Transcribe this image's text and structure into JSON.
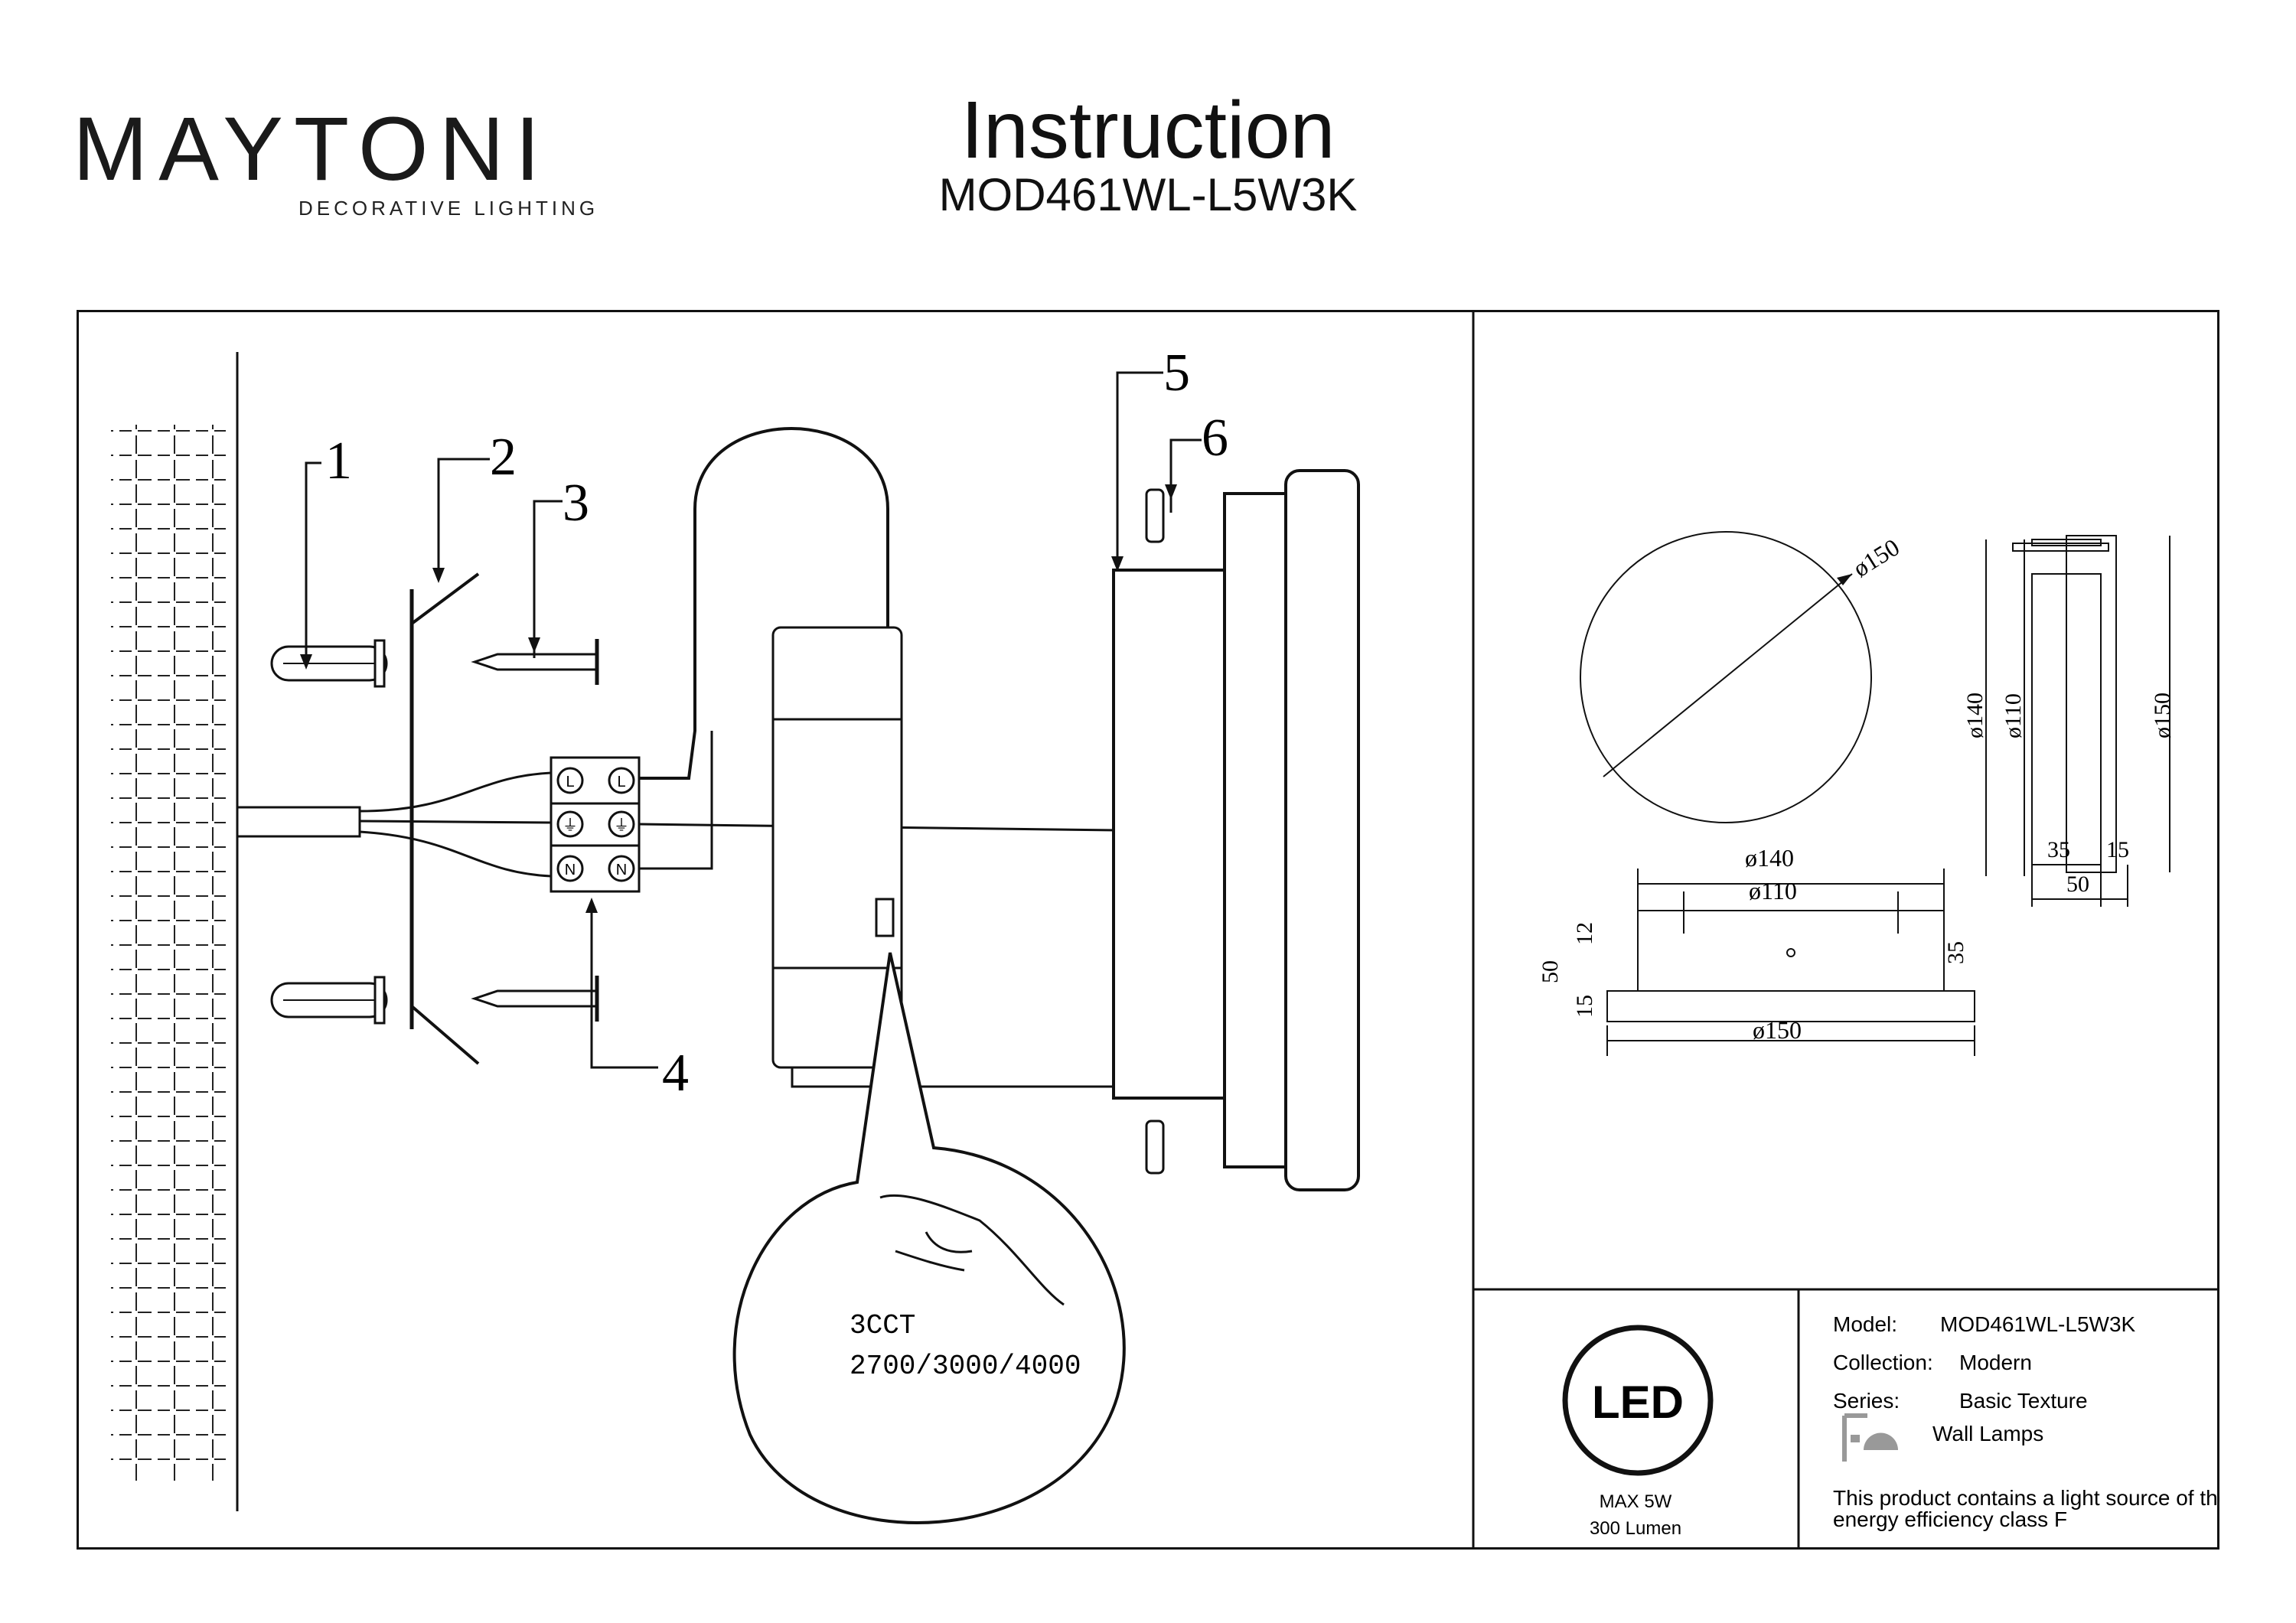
{
  "brand": {
    "name": "MAYTONI",
    "tagline": "DECORATIVE LIGHTING"
  },
  "title": "Instruction",
  "model_code": "MOD461WL-L5W3K",
  "callouts": [
    "1",
    "2",
    "3",
    "4",
    "5",
    "6"
  ],
  "terminal_labels": [
    "L",
    "⏚",
    "N"
  ],
  "cct": {
    "label": "3CCT",
    "values": "2700/3000/4000"
  },
  "dimensions": {
    "front_diameter": "ø150",
    "side": {
      "d140": "ø140",
      "d110": "ø110",
      "d150": "ø150",
      "w35": "35",
      "w15": "15",
      "w50": "50"
    },
    "top": {
      "d140": "ø140",
      "d110": "ø110",
      "d150": "ø150",
      "h12": "12",
      "h50": "50",
      "h15": "15",
      "h35": "35"
    }
  },
  "specs": {
    "led_badge": "LED",
    "power": "MAX 5W",
    "lumen": "300 Lumen"
  },
  "info": {
    "model_label": "Model:",
    "model_value": "MOD461WL-L5W3K",
    "collection_label": "Collection:",
    "collection_value": "Modern",
    "series_label": "Series:",
    "series_value": "Basic Texture",
    "type_value": "Wall Lamps",
    "energy_note_1": "This product contains a light source of the",
    "energy_note_2": "energy efficiency class F"
  }
}
